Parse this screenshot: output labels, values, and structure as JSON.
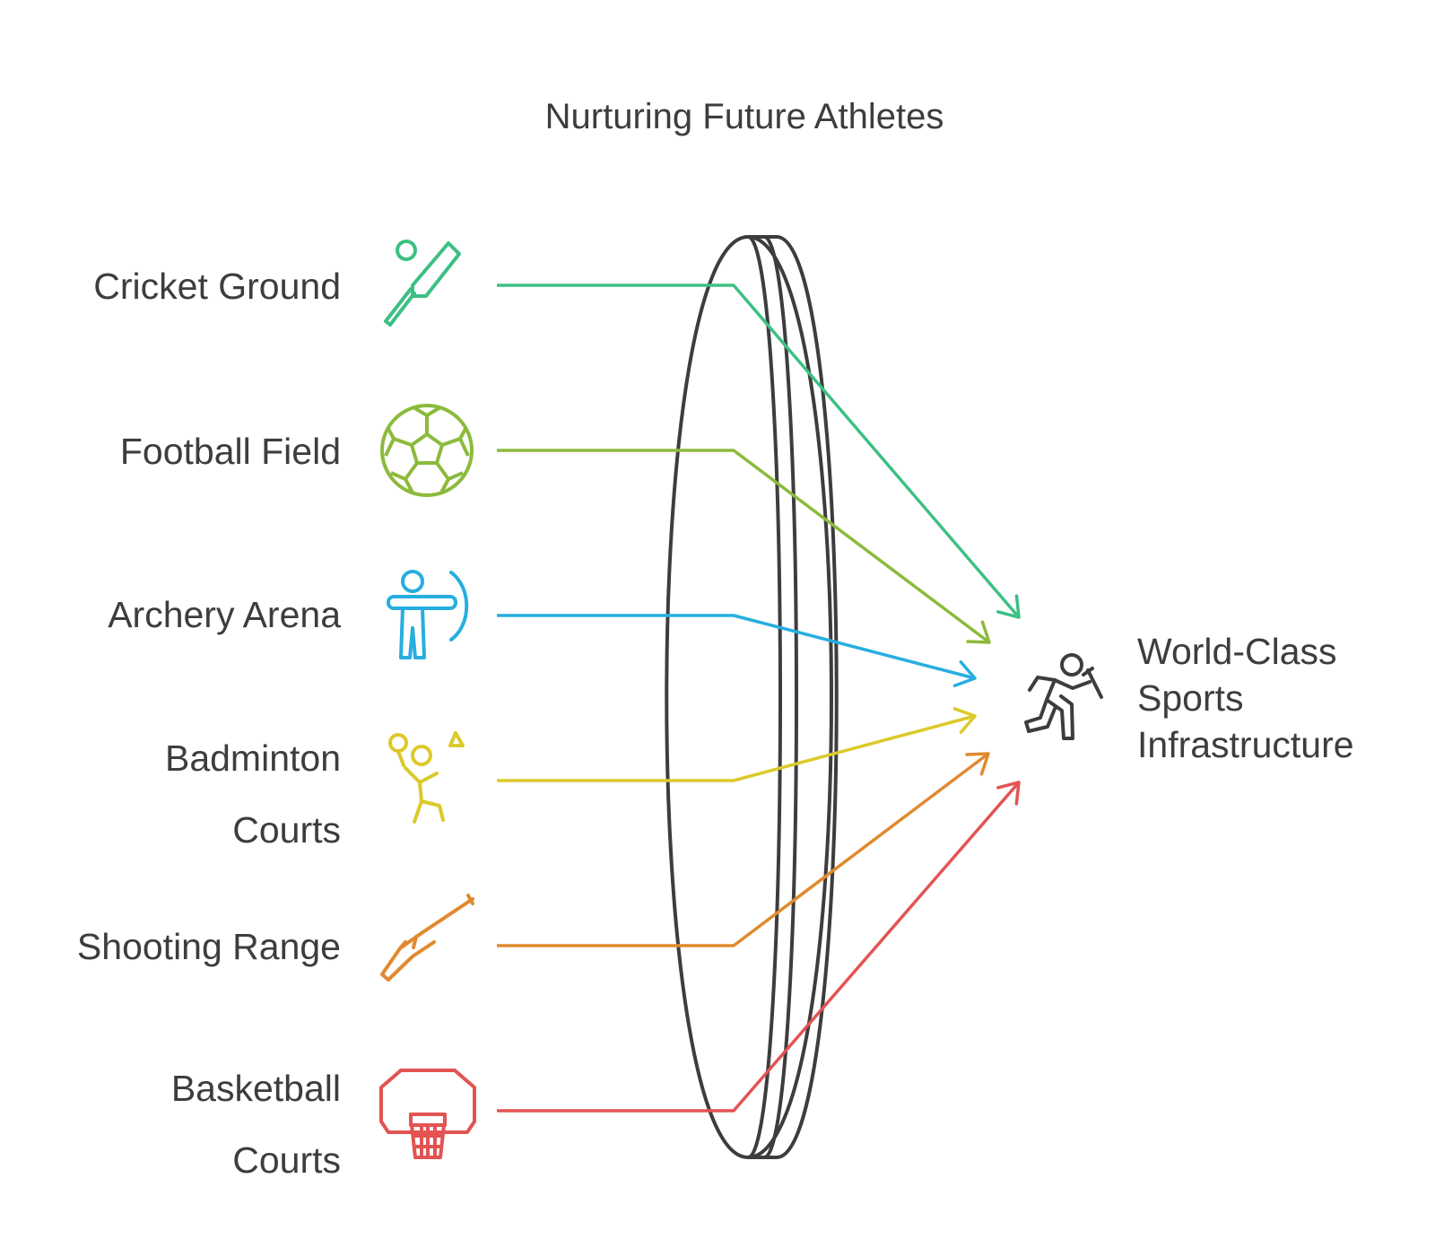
{
  "title": "Nurturing Future Athletes",
  "inputs": [
    {
      "label": "Cricket Ground",
      "icon": "cricket-bat-icon",
      "color": "#3cc083"
    },
    {
      "label": "Football Field",
      "icon": "football-icon",
      "color": "#8cba3c"
    },
    {
      "label": "Archery Arena",
      "icon": "archer-icon",
      "color": "#27aee0"
    },
    {
      "label": "Badminton Courts",
      "icon": "badminton-player-icon",
      "color": "#dcc92a"
    },
    {
      "label": "Shooting Range",
      "icon": "rifle-icon",
      "color": "#e08a30"
    },
    {
      "label": "Basketball Courts",
      "icon": "basketball-hoop-icon",
      "color": "#e25452"
    }
  ],
  "result": {
    "lines": [
      "World-Class",
      "Sports",
      "Infrastructure"
    ],
    "icon": "running-athlete-icon",
    "color": "#3d3d3d"
  }
}
